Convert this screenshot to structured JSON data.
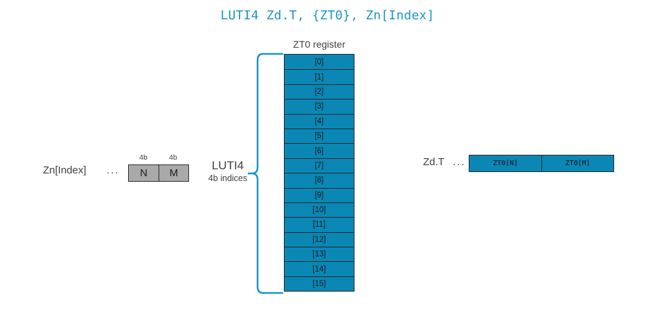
{
  "title": "LUTI4 Zd.T, {ZT0}, Zn[Index]",
  "colors": {
    "accent_blue": "#0a87b5",
    "title_blue": "#1b95c9",
    "lane_gray": "#a9a9a9",
    "outline": "#2b2b2b",
    "text": "#3f3f3f",
    "background": "#ffffff"
  },
  "source_operand": {
    "label": "Zn[Index]",
    "ellipsis": "...",
    "bitwidths": [
      "4b",
      "4b"
    ],
    "lanes": [
      "N",
      "M"
    ]
  },
  "operation": {
    "name": "LUTI4",
    "subtitle": "4b indices",
    "brace_icon": "curly-brace-icon"
  },
  "register": {
    "label": "ZT0 register",
    "cells": [
      "[0]",
      "[1]",
      "[2]",
      "[3]",
      "[4]",
      "[5]",
      "[6]",
      "[7]",
      "[8]",
      "[9]",
      "[10]",
      "[11]",
      "[12]",
      "[13]",
      "[14]",
      "[15]"
    ]
  },
  "destination_operand": {
    "label": "Zd.T",
    "ellipsis": "...",
    "lanes": [
      "ZT0[N]",
      "ZT0[M]"
    ]
  }
}
